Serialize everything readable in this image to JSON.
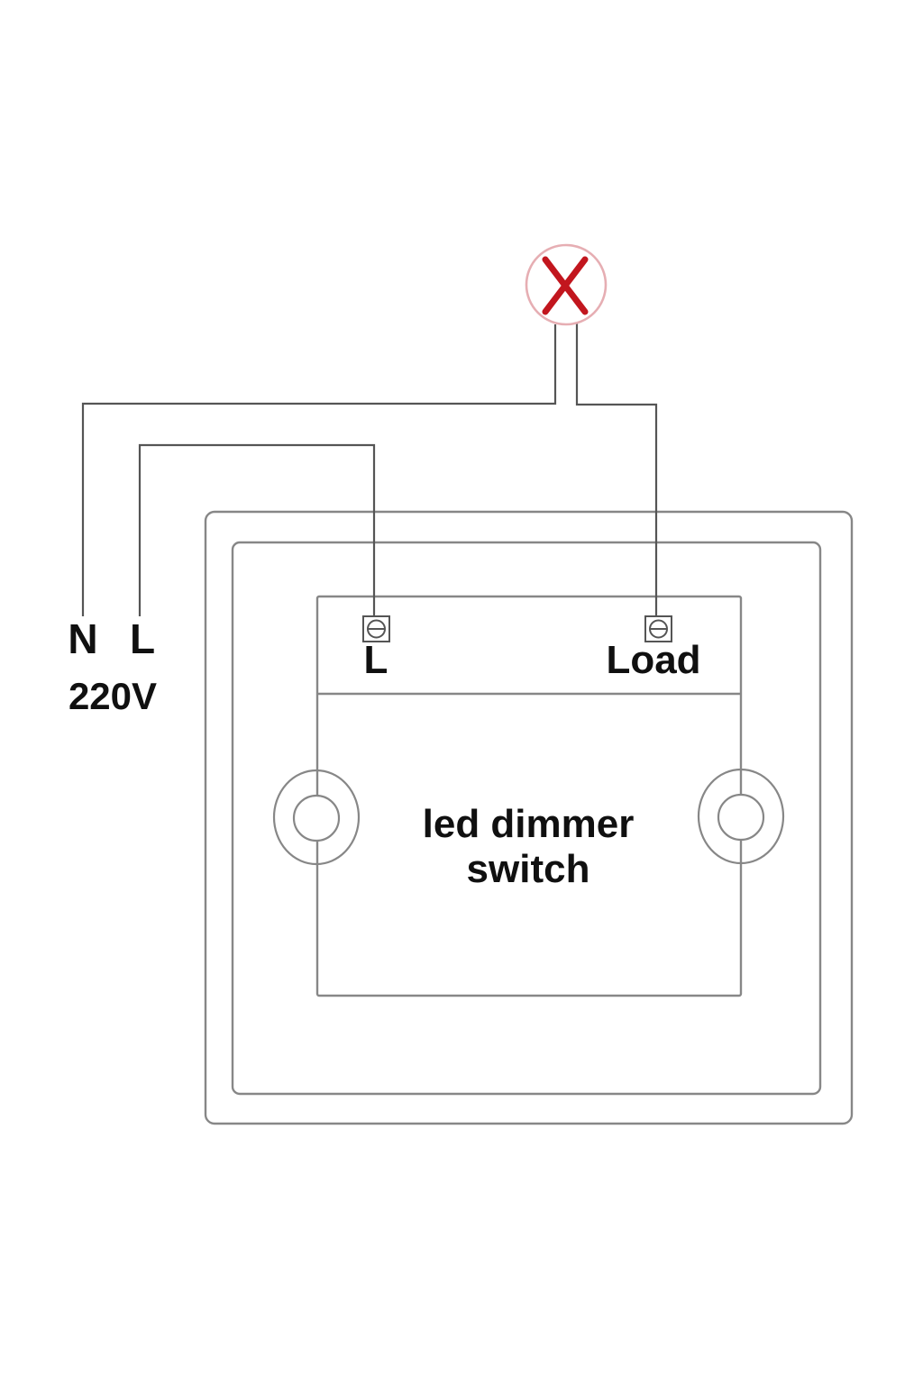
{
  "diagram": {
    "kind": "led-dimmer-switch-wiring-diagram",
    "labels": {
      "neutral": "N",
      "live": "L",
      "voltage": "220V",
      "terminal_live": "L",
      "terminal_load": "Load",
      "device_lines": [
        "led dimmer",
        "switch"
      ]
    },
    "icons": {
      "lamp": "lamp-icon (circle with red X, load/light symbol)",
      "screw_terminal": "screw-terminal-icon (square with slotted screw head)",
      "screw_hole": "screw-hole-icon (concentric circles)"
    },
    "colors": {
      "background": "#ffffff",
      "wire": "#555555",
      "frame": "#878787",
      "text": "#101010",
      "lamp_ring": "#e6aeb3",
      "lamp_cross": "#c2161e"
    }
  }
}
